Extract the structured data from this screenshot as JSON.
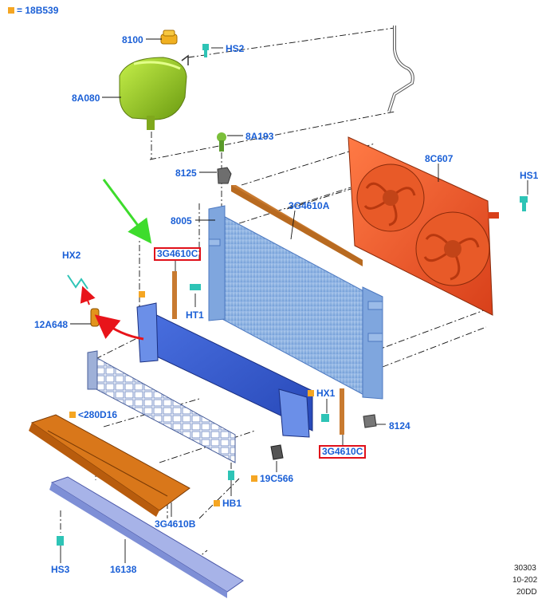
{
  "legend": {
    "swatch_color": "#f5a623",
    "text": "= 18B539"
  },
  "labels": {
    "p8100": "8100",
    "hs2": "HS2",
    "p8a080": "8A080",
    "p8a193": "8A193",
    "p8125": "8125",
    "p8005": "8005",
    "p3g4610a": "3G4610A",
    "p8c607": "8C607",
    "hs1": "HS1",
    "hx2": "HX2",
    "p3g4610c_top": "3G4610C",
    "ht1": "HT1",
    "p12a648": "12A648",
    "hx1": "HX1",
    "p8124": "8124",
    "p280d16": "<280D16",
    "p3g4610c_bottom": "3G4610C",
    "p19c566": "19C566",
    "hb1": "HB1",
    "p3g4610b": "3G4610B",
    "hs3": "HS3",
    "p16138": "16138"
  },
  "footer": {
    "line1": "30303",
    "line2": "10-202",
    "line3": "20DD"
  },
  "colors": {
    "label_blue": "#1a5fd6",
    "highlight_red": "#e0101a",
    "callout_orange": "#f5a623",
    "arrow_green": "#3ddc2c",
    "arrow_red": "#e8141a"
  }
}
